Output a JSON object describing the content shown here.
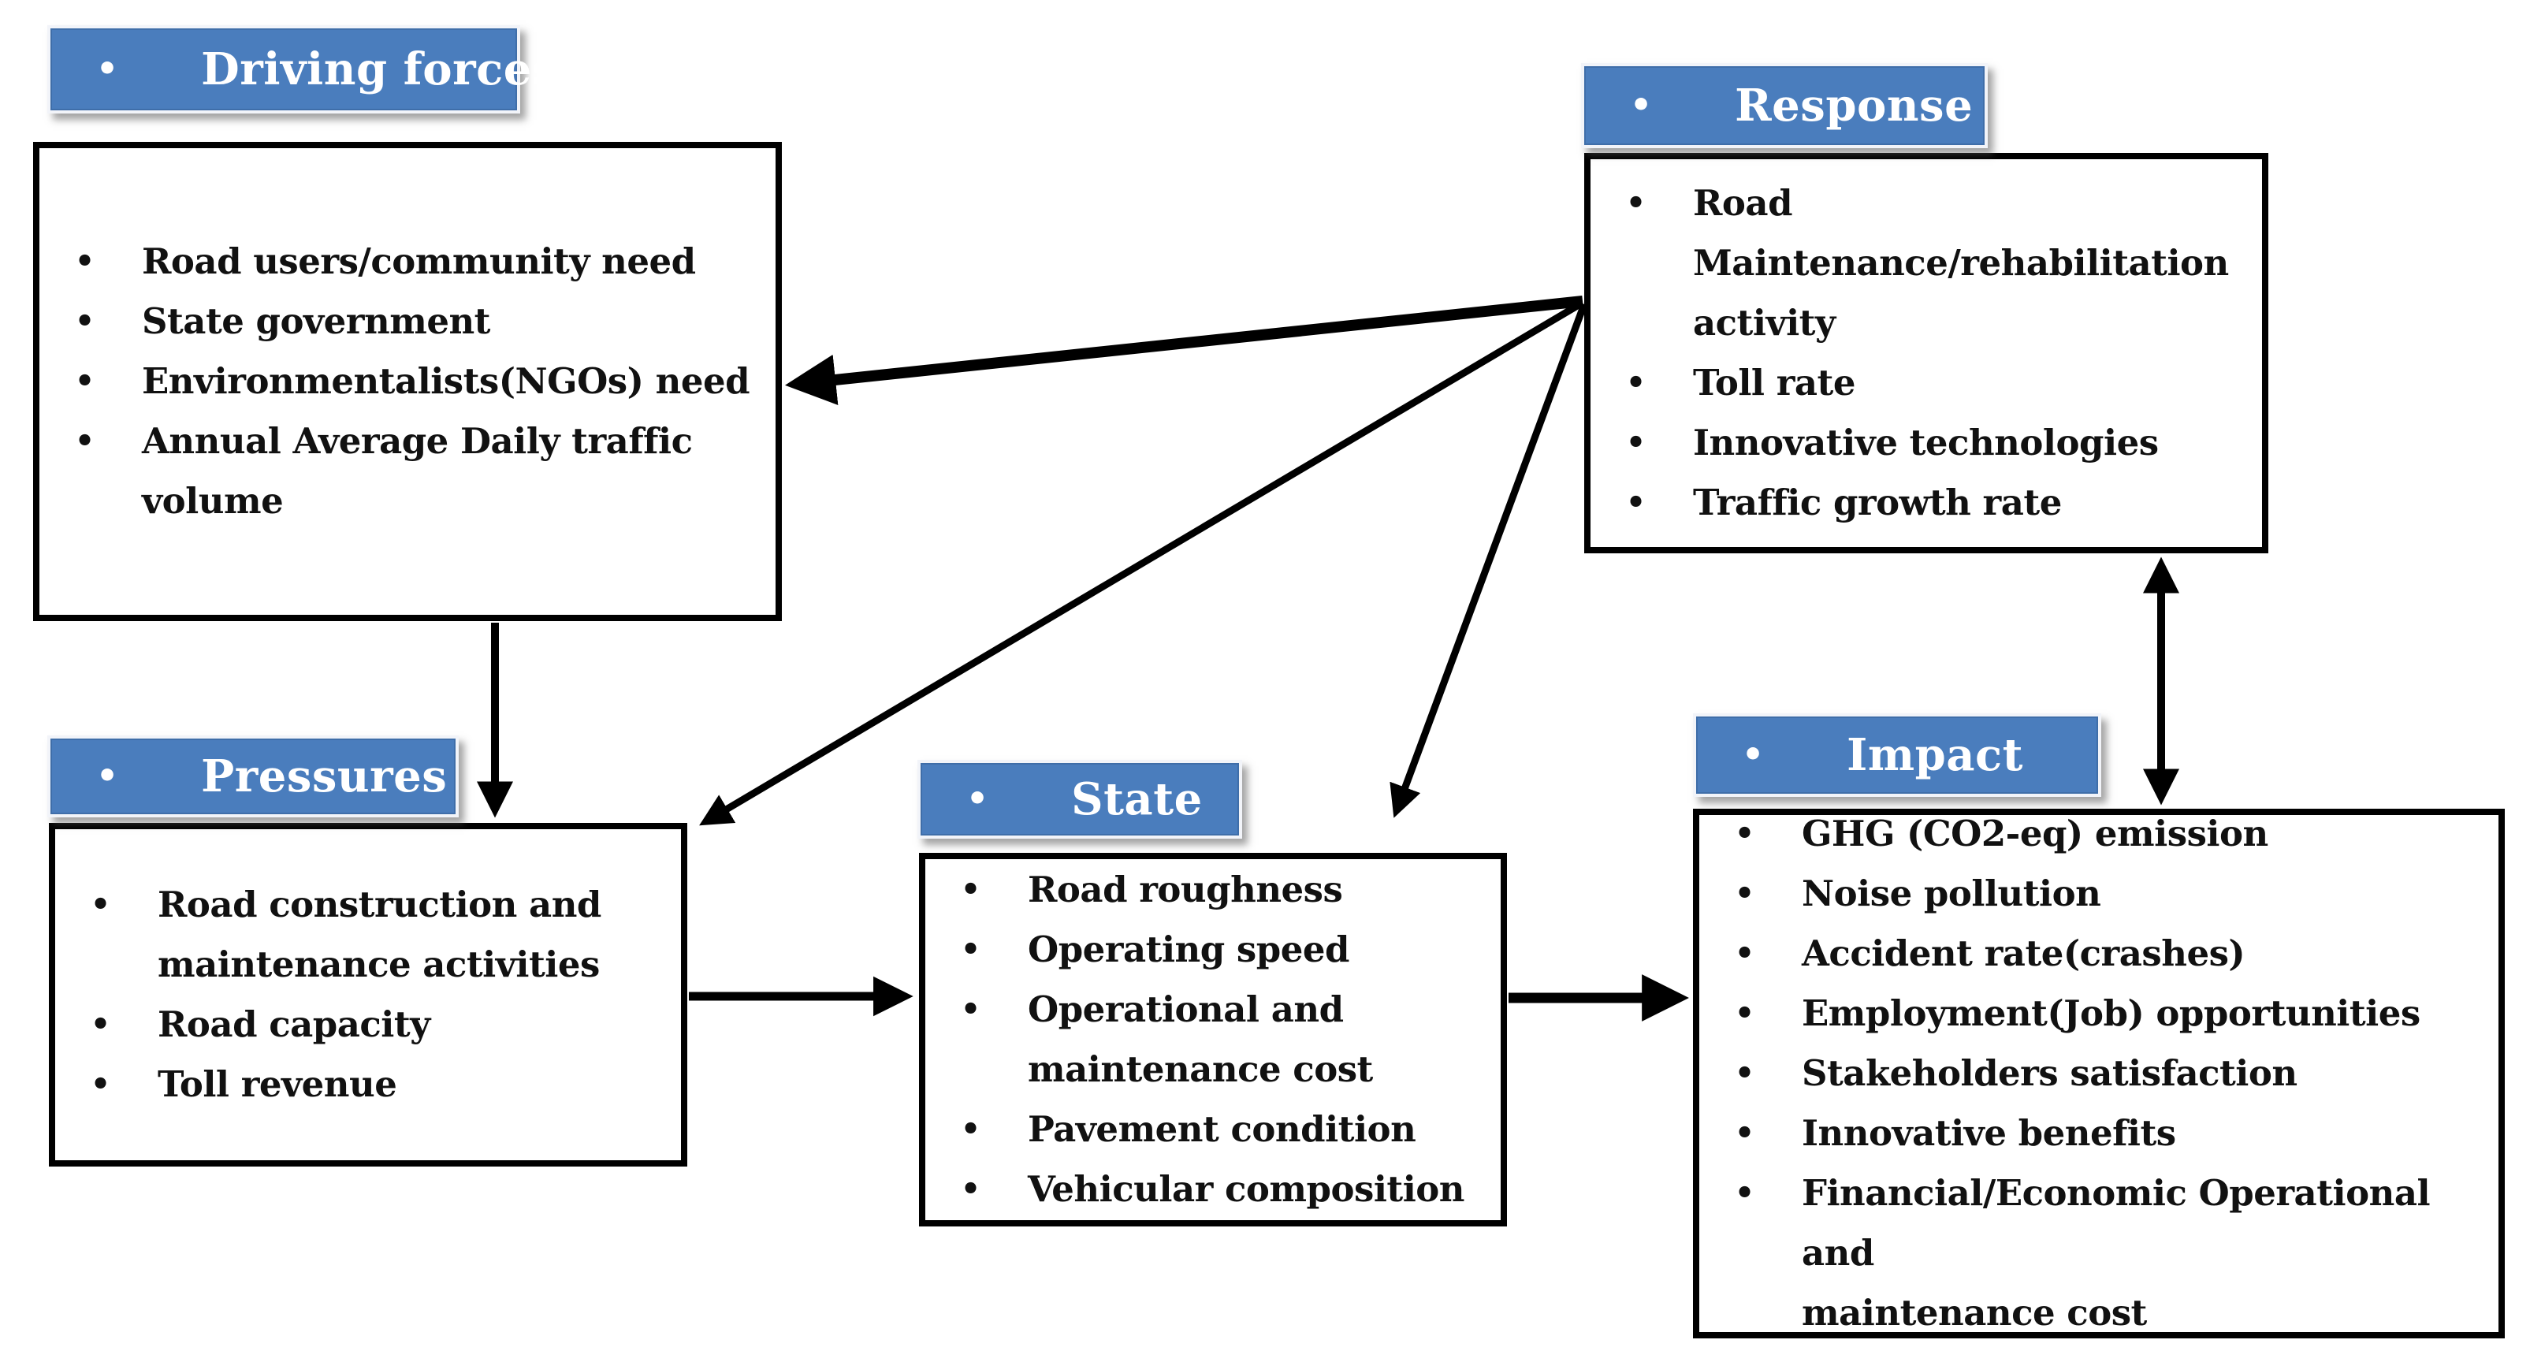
{
  "diagram": {
    "bullet": "•",
    "colors": {
      "accent": "#4a7dbd",
      "accent_border": "#3f6ea9",
      "box_border": "#000000",
      "arrow": "#000000",
      "text": "#111111",
      "tag_text": "#ffffff",
      "background": "#ffffff"
    },
    "sections": [
      {
        "id": "driving-forces",
        "label": "Driving forces",
        "items": [
          "Road users/community need",
          "State government",
          "Environmentalists(NGOs) need",
          "Annual Average Daily traffic\nvolume"
        ]
      },
      {
        "id": "response",
        "label": "Response",
        "items": [
          "Road\nMaintenance/rehabilitation\nactivity",
          "Toll rate",
          "Innovative technologies",
          "Traffic growth rate"
        ]
      },
      {
        "id": "pressures",
        "label": "Pressures",
        "items": [
          "Road construction and\nmaintenance activities",
          "Road capacity",
          "Toll revenue"
        ]
      },
      {
        "id": "state",
        "label": "State",
        "items": [
          "Road roughness",
          "Operating speed",
          "Operational and\nmaintenance cost",
          "Pavement condition",
          "Vehicular composition"
        ]
      },
      {
        "id": "impact",
        "label": "Impact",
        "items": [
          "GHG (CO2-eq) emission",
          "Noise pollution",
          "Accident rate(crashes)",
          "Employment(Job)  opportunities",
          "Stakeholders satisfaction",
          "Innovative benefits",
          "Financial/Economic Operational and\nmaintenance cost"
        ]
      }
    ],
    "arrows": [
      {
        "from": "Driving forces",
        "to": "Pressures",
        "bidirectional": false
      },
      {
        "from": "Response",
        "to": "Driving forces",
        "bidirectional": false
      },
      {
        "from": "Response",
        "to": "Pressures",
        "bidirectional": false
      },
      {
        "from": "Response",
        "to": "State",
        "bidirectional": false
      },
      {
        "from": "Pressures",
        "to": "State",
        "bidirectional": false
      },
      {
        "from": "State",
        "to": "Impact",
        "bidirectional": false
      },
      {
        "from": "Impact",
        "to": "Response",
        "bidirectional": true
      }
    ]
  }
}
